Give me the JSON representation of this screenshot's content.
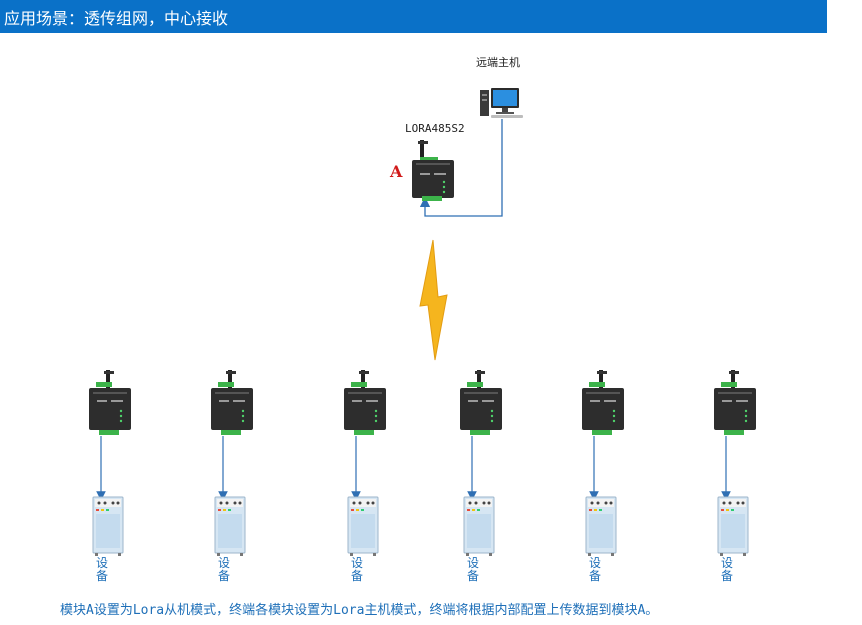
{
  "header": {
    "title": "应用场景：透传组网，中心接收"
  },
  "center": {
    "pc_label": "远端主机",
    "module_label": "LORA485S2",
    "module_tag": "A"
  },
  "terminals": [
    {
      "equipment_label": "设备"
    },
    {
      "equipment_label": "设备"
    },
    {
      "equipment_label": "设备"
    },
    {
      "equipment_label": "设备"
    },
    {
      "equipment_label": "设备"
    },
    {
      "equipment_label": "设备"
    }
  ],
  "caption": "模块A设置为Lora从机模式，终端各模块设置为Lora主机模式，终端将根据内部配置上传数据到模块A。",
  "colors": {
    "header_bg": "#0a71c8",
    "link_line": "#2f6fb3",
    "lightning": "#f5b51e",
    "accent_text": "#1e6fb8",
    "tag_red": "#d11a1a"
  },
  "icons": [
    "computer-icon",
    "lora-module-icon",
    "lightning-icon",
    "equipment-cabinet-icon",
    "arrow-up-icon",
    "arrow-down-icon"
  ]
}
